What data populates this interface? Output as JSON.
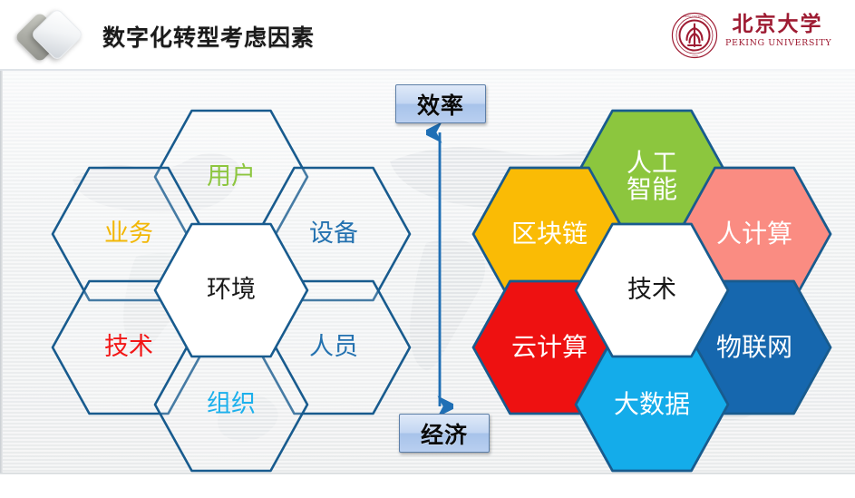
{
  "slide": {
    "title": "数字化转型考虑因素",
    "logo_icon": "diamond-logo-icon"
  },
  "branding": {
    "seal_icon": "peking-university-seal-icon",
    "name_cn": "北京大学",
    "name_en": "PEKING UNIVERSITY"
  },
  "axis": {
    "top_label": "效率",
    "bottom_label": "经济",
    "arrow_icon": "double-headed-vertical-arrow-icon",
    "arrow_color": "#1F6FB5"
  },
  "left_cluster": {
    "name": "环境",
    "center": {
      "label": "环境",
      "text_color": "#171717",
      "fill": "#FFFFFF",
      "stroke": "#185B8E"
    },
    "cells": [
      {
        "label": "用户",
        "text_color": "#8DC63F",
        "fill": "none",
        "stroke": "#185B8E"
      },
      {
        "label": "业务",
        "text_color": "#F2B705",
        "fill": "none",
        "stroke": "#185B8E"
      },
      {
        "label": "设备",
        "text_color": "#2472B0",
        "fill": "none",
        "stroke": "#185B8E"
      },
      {
        "label": "技术",
        "text_color": "#F21616",
        "fill": "none",
        "stroke": "#185B8E"
      },
      {
        "label": "人员",
        "text_color": "#2472B0",
        "fill": "none",
        "stroke": "#185B8E"
      },
      {
        "label": "组织",
        "text_color": "#1CB0EC",
        "fill": "none",
        "stroke": "#185B8E"
      }
    ]
  },
  "right_cluster": {
    "name": "技术",
    "center": {
      "label": "技术",
      "text_color": "#171717",
      "fill": "#FFFFFF",
      "stroke": "#185B8E"
    },
    "cells": [
      {
        "label": "人工\n智能",
        "text_color": "#FFFFFF",
        "fill": "#8CC63E",
        "stroke": "#185B8E"
      },
      {
        "label": "区块链",
        "text_color": "#FFFFFF",
        "fill": "#FABB05",
        "stroke": "#185B8E"
      },
      {
        "label": "人计算",
        "text_color": "#FFFFFF",
        "fill": "#FA8C82",
        "stroke": "#185B8E"
      },
      {
        "label": "云计算",
        "text_color": "#FFFFFF",
        "fill": "#EE1111",
        "stroke": "#185B8E"
      },
      {
        "label": "物联网",
        "text_color": "#FFFFFF",
        "fill": "#1667AE",
        "stroke": "#185B8E"
      },
      {
        "label": "大数据",
        "text_color": "#FFFFFF",
        "fill": "#14ACEA",
        "stroke": "#185B8E"
      }
    ]
  }
}
